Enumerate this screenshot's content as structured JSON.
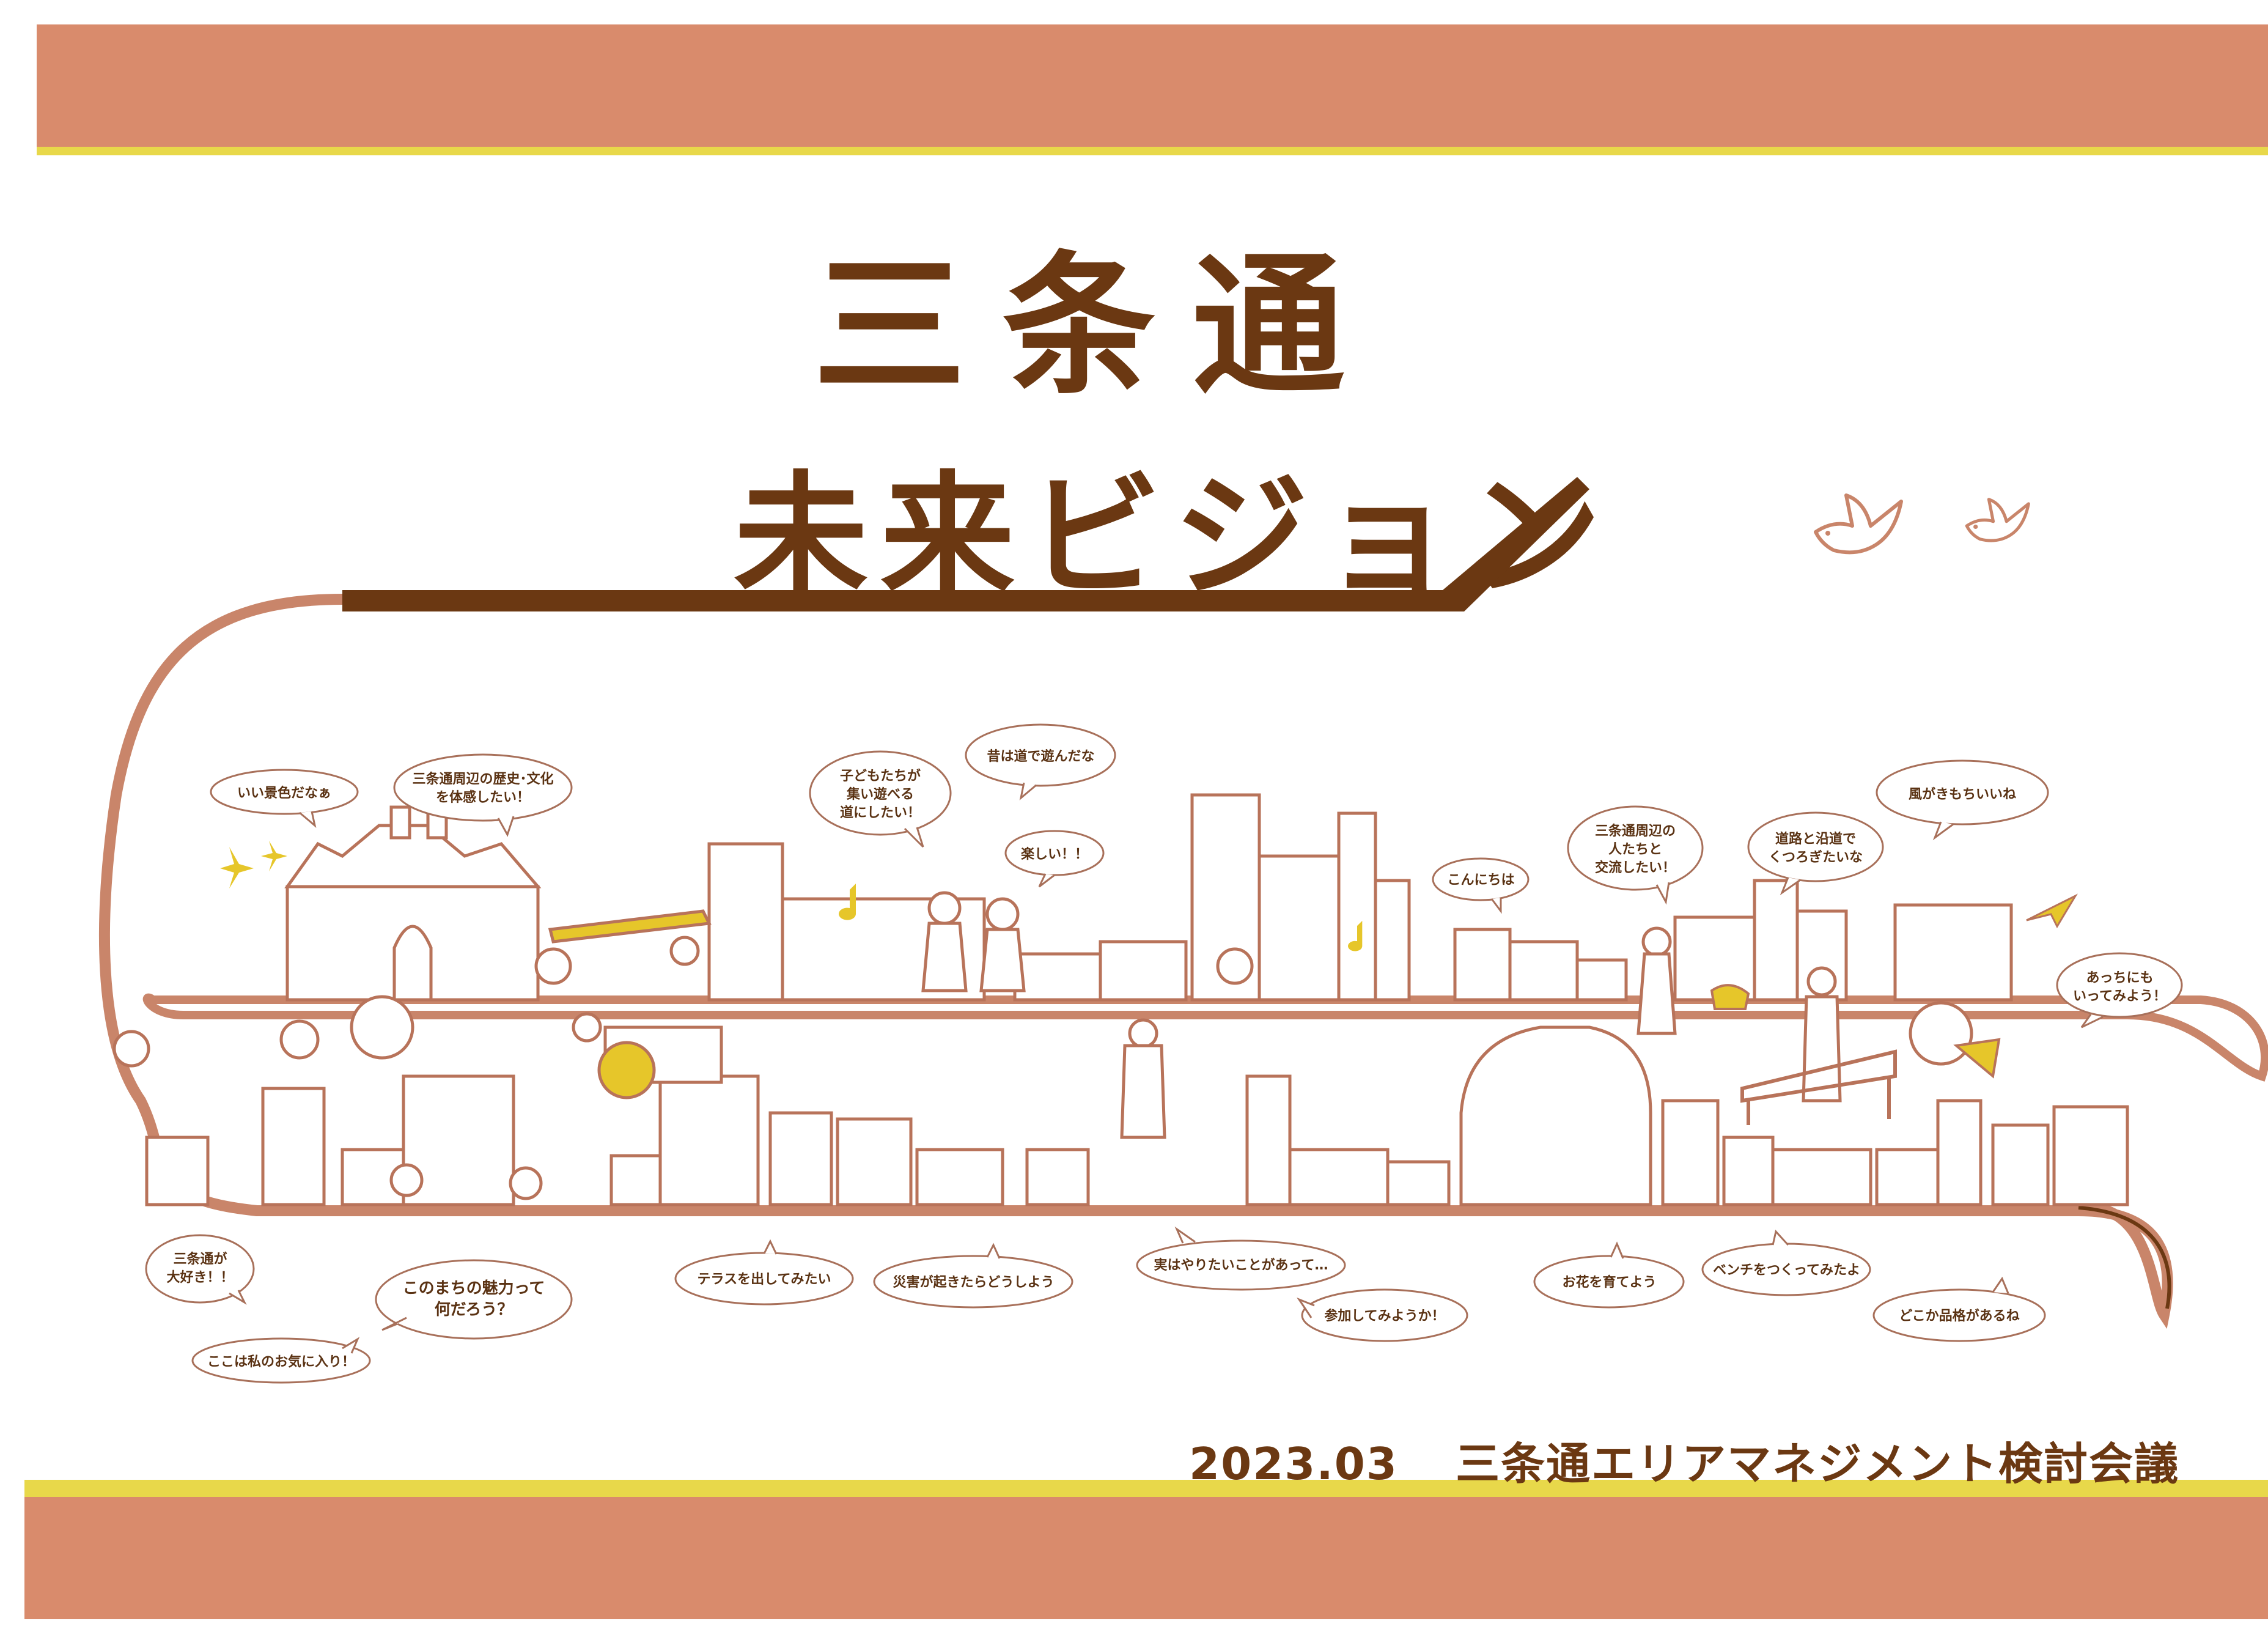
{
  "title": {
    "line1": "三条通",
    "line2": "未来ビジョン"
  },
  "footer": {
    "date": "2023.03",
    "organization": "三条通エリアマネジメント検討会議"
  },
  "colors": {
    "band": "#d98b6c",
    "stripe": "#e8d84a",
    "brown": "#6b3812",
    "line": "#c9856a",
    "accent": "#e6c62a"
  },
  "speech_bubbles": [
    {
      "id": "b1",
      "text": "いい景色だなぁ"
    },
    {
      "id": "b2",
      "text": "三条通周辺の歴史･文化\nを体感したい！"
    },
    {
      "id": "b3",
      "text": "子どもたちが\n集い遊べる\n道にしたい！"
    },
    {
      "id": "b4",
      "text": "昔は道で遊んだな"
    },
    {
      "id": "b5",
      "text": "楽しい！！"
    },
    {
      "id": "b6",
      "text": "こんにちは"
    },
    {
      "id": "b7",
      "text": "三条通周辺の\n人たちと\n交流したい！"
    },
    {
      "id": "b8",
      "text": "道路と沿道で\nくつろぎたいな"
    },
    {
      "id": "b9",
      "text": "風がきもちいいね"
    },
    {
      "id": "b10",
      "text": "あっちにも\nいってみよう！"
    },
    {
      "id": "b11",
      "text": "三条通が\n大好き！！"
    },
    {
      "id": "b12",
      "text": "このまちの魅力って\n何だろう？"
    },
    {
      "id": "b13",
      "text": "ここは私のお気に入り！"
    },
    {
      "id": "b14",
      "text": "テラスを出してみたい"
    },
    {
      "id": "b15",
      "text": "災害が起きたらどうしよう"
    },
    {
      "id": "b16",
      "text": "実はやりたいことがあって…"
    },
    {
      "id": "b17",
      "text": "参加してみようか！"
    },
    {
      "id": "b18",
      "text": "お花を育てよう"
    },
    {
      "id": "b19",
      "text": "ベンチをつくってみたよ"
    },
    {
      "id": "b20",
      "text": "どこか品格があるね"
    }
  ],
  "icons": [
    "bird-icon",
    "paper-plane-icon",
    "sparkle-icon",
    "music-note-icon"
  ]
}
